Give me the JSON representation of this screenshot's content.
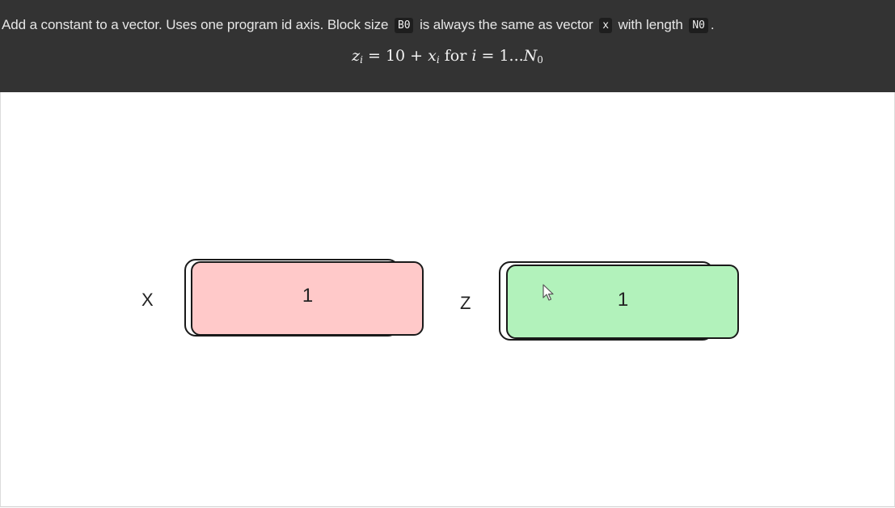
{
  "header": {
    "description": {
      "part1": "Add a constant to a vector. Uses one program id axis. Block size",
      "code1": "B0",
      "part2": "is always the same as vector",
      "code2": "x",
      "part3": "with length",
      "code3": "N0",
      "part4": "."
    },
    "formula": {
      "lhs_var": "z",
      "lhs_sub": "i",
      "equals": "=",
      "constant": "10",
      "plus": "+",
      "rhs_var": "x",
      "rhs_sub": "i",
      "for_word": "for",
      "loop_var": "i",
      "equals2": "=",
      "range_start": "1",
      "ellipsis": "...",
      "range_end_var": "N",
      "range_end_sub": "0"
    }
  },
  "diagram": {
    "x_label": "X",
    "x_value": "1",
    "x_color": "#ffc9c9",
    "z_label": "Z",
    "z_value": "1",
    "z_color": "#b2f2bb"
  },
  "icons": {
    "cursor": "mouse-pointer-icon"
  }
}
